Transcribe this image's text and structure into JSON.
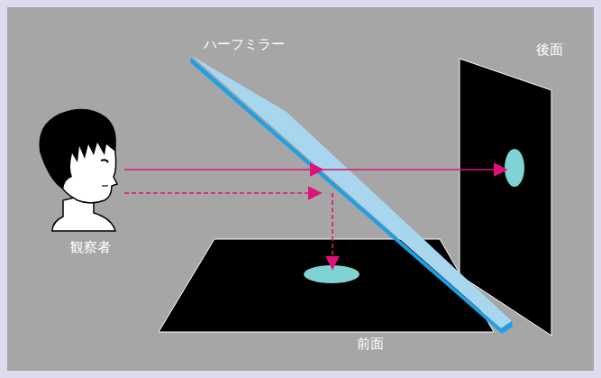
{
  "diagram": {
    "labels": [
      "ハーフミラー",
      "後面",
      "観察者",
      "前面"
    ]
  }
}
